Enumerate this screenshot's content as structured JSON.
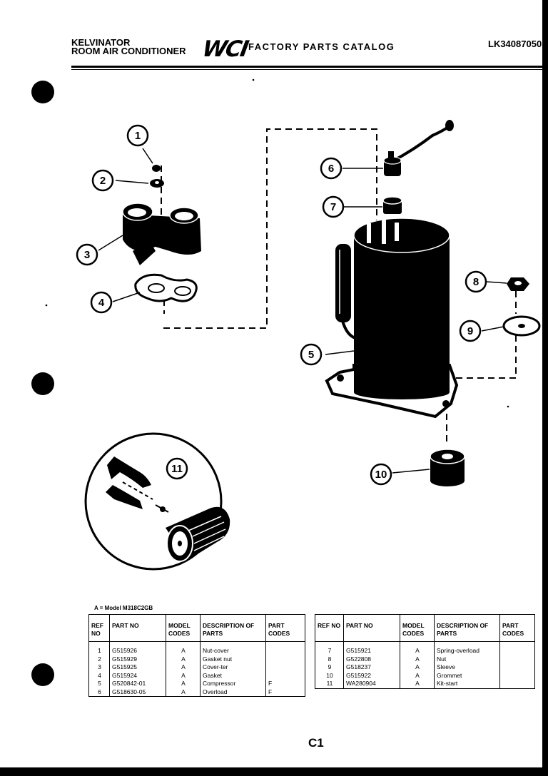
{
  "header": {
    "brand_line1": "KELVINATOR",
    "brand_line2": "ROOM AIR CONDITIONER",
    "logo_text": "WCI",
    "catalog_title": "FACTORY PARTS CATALOG",
    "doc_number": "LK34087050"
  },
  "diagram": {
    "callouts": [
      "1",
      "2",
      "3",
      "4",
      "5",
      "6",
      "7",
      "8",
      "9",
      "10",
      "11"
    ]
  },
  "model_note": "A = Model M318C2GB",
  "table": {
    "headers": [
      "REF NO",
      "PART NO",
      "MODEL CODES",
      "DESCRIPTION OF PARTS",
      "PART CODES"
    ],
    "left_rows": [
      [
        "1",
        "G515926",
        "A",
        "Nut-cover",
        ""
      ],
      [
        "2",
        "G515929",
        "A",
        "Gasket nut",
        ""
      ],
      [
        "3",
        "G515925",
        "A",
        "Cover-ter",
        ""
      ],
      [
        "4",
        "G515924",
        "A",
        "Gasket",
        ""
      ],
      [
        "5",
        "G520842-01",
        "A",
        "Compressor",
        "F"
      ],
      [
        "6",
        "G518630-05",
        "A",
        "Overload",
        "F"
      ]
    ],
    "right_rows": [
      [
        "7",
        "G515921",
        "A",
        "Spring-overload",
        ""
      ],
      [
        "8",
        "G522808",
        "A",
        "Nut",
        ""
      ],
      [
        "9",
        "G518237",
        "A",
        "Sleeve",
        ""
      ],
      [
        "10",
        "G515922",
        "A",
        "Grommet",
        ""
      ],
      [
        "11",
        "WA280904",
        "A",
        "Kit-start",
        ""
      ]
    ]
  },
  "page_number": "C1"
}
